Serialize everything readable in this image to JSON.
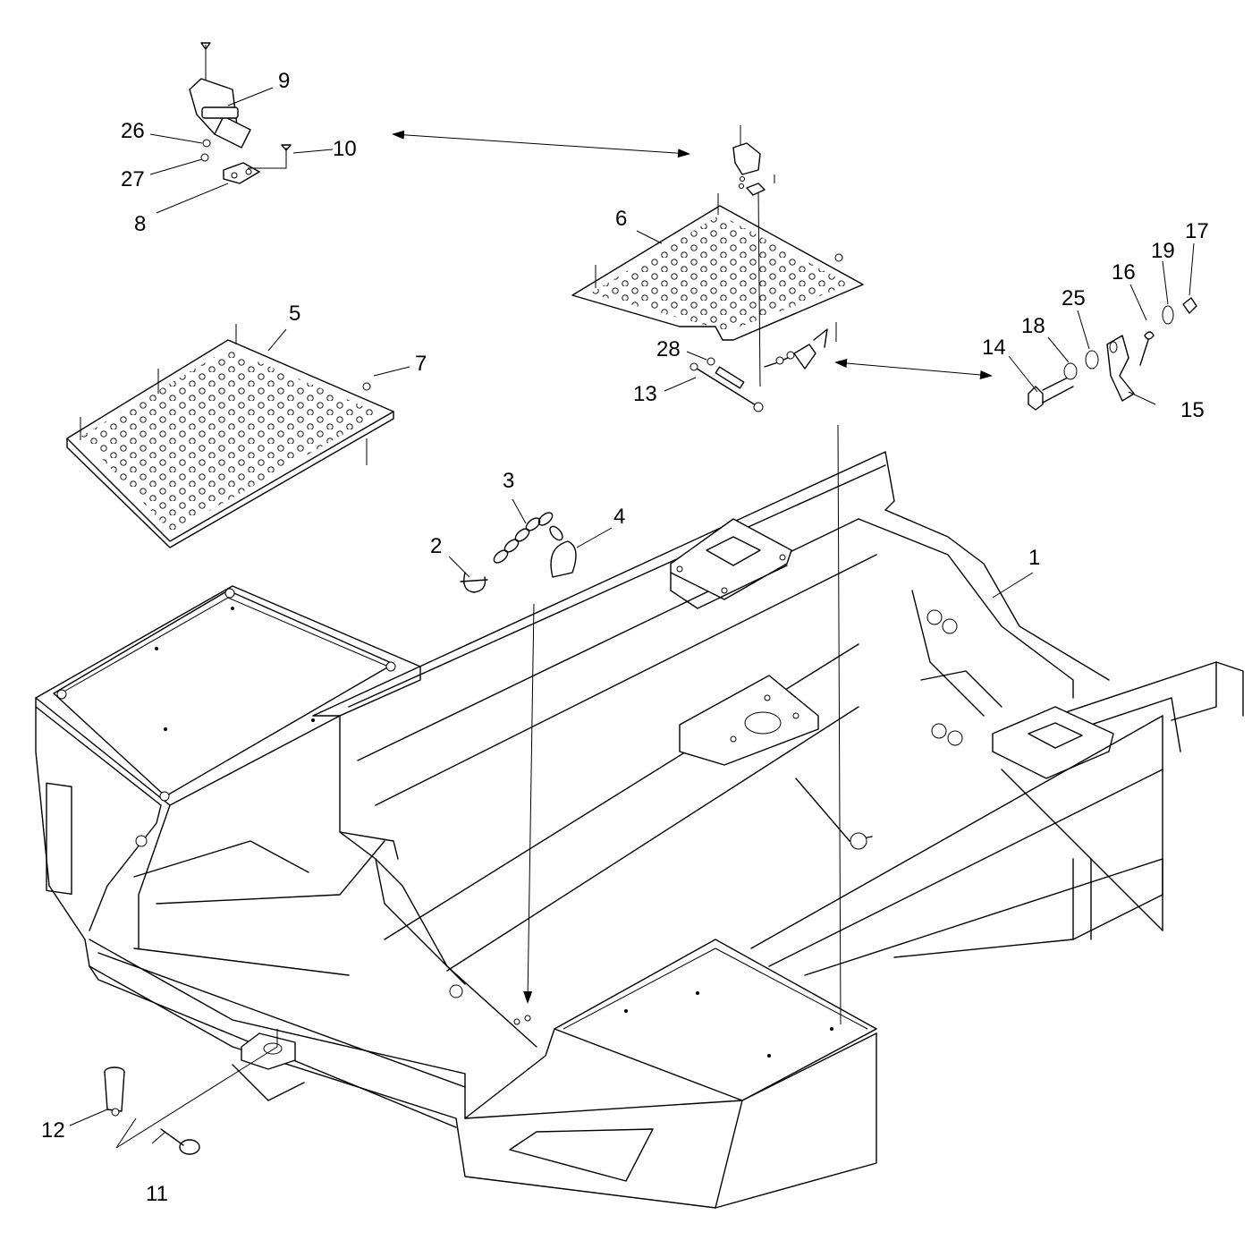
{
  "diagram": {
    "type": "exploded-parts-view",
    "callouts": [
      {
        "id": "c1",
        "label": "1"
      },
      {
        "id": "c2",
        "label": "2"
      },
      {
        "id": "c3",
        "label": "3"
      },
      {
        "id": "c4",
        "label": "4"
      },
      {
        "id": "c5",
        "label": "5"
      },
      {
        "id": "c6",
        "label": "6"
      },
      {
        "id": "c7",
        "label": "7"
      },
      {
        "id": "c8",
        "label": "8"
      },
      {
        "id": "c9",
        "label": "9"
      },
      {
        "id": "c10",
        "label": "10"
      },
      {
        "id": "c11",
        "label": "11"
      },
      {
        "id": "c12",
        "label": "12"
      },
      {
        "id": "c13",
        "label": "13"
      },
      {
        "id": "c14",
        "label": "14"
      },
      {
        "id": "c15",
        "label": "15"
      },
      {
        "id": "c16",
        "label": "16"
      },
      {
        "id": "c17",
        "label": "17"
      },
      {
        "id": "c18",
        "label": "18"
      },
      {
        "id": "c19",
        "label": "19"
      },
      {
        "id": "c25",
        "label": "25"
      },
      {
        "id": "c26",
        "label": "26"
      },
      {
        "id": "c27",
        "label": "27"
      },
      {
        "id": "c28",
        "label": "28"
      }
    ]
  }
}
